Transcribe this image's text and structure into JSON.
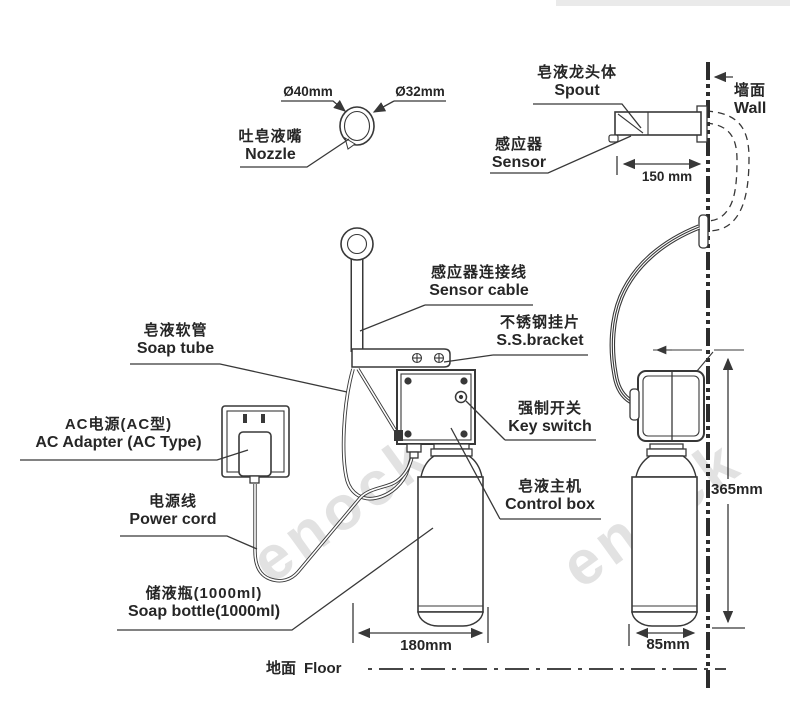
{
  "diagram": {
    "watermark": "enock",
    "labels": {
      "nozzle": {
        "zh": "吐皂液嘴",
        "en": "Nozzle"
      },
      "spout": {
        "zh": "皂液龙头体",
        "en": "Spout"
      },
      "wall": {
        "zh": "墙面",
        "en": "Wall"
      },
      "sensor": {
        "zh": "感应器",
        "en": "Sensor"
      },
      "sensor_cable": {
        "zh": "感应器连接线",
        "en": "Sensor cable"
      },
      "ss_bracket": {
        "zh": "不锈钢挂片",
        "en": "S.S.bracket"
      },
      "soap_tube": {
        "zh": "皂液软管",
        "en": "Soap tube"
      },
      "ac_adapter": {
        "zh": "AC电源(AC型)",
        "en": "AC Adapter (AC Type)"
      },
      "key_switch": {
        "zh": "强制开关",
        "en": "Key switch"
      },
      "power_cord": {
        "zh": "电源线",
        "en": "Power cord"
      },
      "control_box": {
        "zh": "皂液主机",
        "en": "Control box"
      },
      "soap_bottle": {
        "zh": "储液瓶(1000ml)",
        "en": "Soap bottle(1000ml)"
      },
      "floor": {
        "zh": "地面",
        "en": "Floor"
      }
    },
    "dimensions": {
      "nozzle_outer_dia": "Ø40mm",
      "nozzle_inner_dia": "Ø32mm",
      "spout_reach": "150 mm",
      "unit_depth": "180mm",
      "bottle_side_width": "85mm",
      "unit_height": "365mm"
    },
    "line_color": "#383838"
  }
}
